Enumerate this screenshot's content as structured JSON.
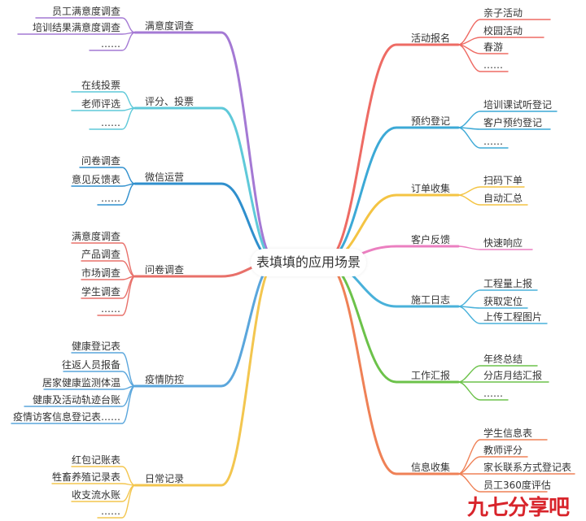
{
  "title": "表填填的应用场景",
  "watermark": "九七分享吧",
  "left_branches": [
    {
      "label": "满意度调查",
      "color": "#a479d4",
      "children": [
        "员工满意度调查",
        "培训结果满意度调查",
        "……"
      ]
    },
    {
      "label": "评分、投票",
      "color": "#5fc9d9",
      "children": [
        "在线投票",
        "老师评选",
        "……"
      ]
    },
    {
      "label": "微信运营",
      "color": "#2f8fcd",
      "children": [
        "问卷调查",
        "意见反馈表",
        "……"
      ]
    },
    {
      "label": "问卷调查",
      "color": "#e8706a",
      "children": [
        "满意度调查",
        "产品调查",
        "市场调查",
        "学生调查",
        "……"
      ]
    },
    {
      "label": "疫情防控",
      "color": "#5aa6dc",
      "children": [
        "健康登记表",
        "往返人员报备",
        "居家健康监测体温",
        "健康及活动轨迹台账",
        "疫情访客信息登记表……"
      ]
    },
    {
      "label": "日常记录",
      "color": "#f3c64f",
      "children": [
        "红包记账表",
        "牲畜养殖记录表",
        "收支流水账",
        "……"
      ]
    }
  ],
  "right_branches": [
    {
      "label": "活动报名",
      "color": "#ee6b64",
      "children": [
        "亲子活动",
        "校园活动",
        "春游",
        "……"
      ]
    },
    {
      "label": "预约登记",
      "color": "#3ca9d6",
      "children": [
        "培训课试听登记",
        "客户预约登记",
        "……"
      ]
    },
    {
      "label": "订单收集",
      "color": "#f4c443",
      "children": [
        "扫码下单",
        "自动汇总"
      ]
    },
    {
      "label": "客户反馈",
      "color": "#eb7fc0",
      "children": [
        "快速响应"
      ]
    },
    {
      "label": "施工日志",
      "color": "#49b1da",
      "children": [
        "工程量上报",
        "获取定位",
        "上传工程图片"
      ]
    },
    {
      "label": "工作汇报",
      "color": "#6cc24a",
      "children": [
        "年终总结",
        "分店月结汇报",
        "……"
      ]
    },
    {
      "label": "信息收集",
      "color": "#ef8156",
      "children": [
        "学生信息表",
        "教师评分",
        "家长联系方式登记表",
        "员工360度评估"
      ]
    }
  ]
}
